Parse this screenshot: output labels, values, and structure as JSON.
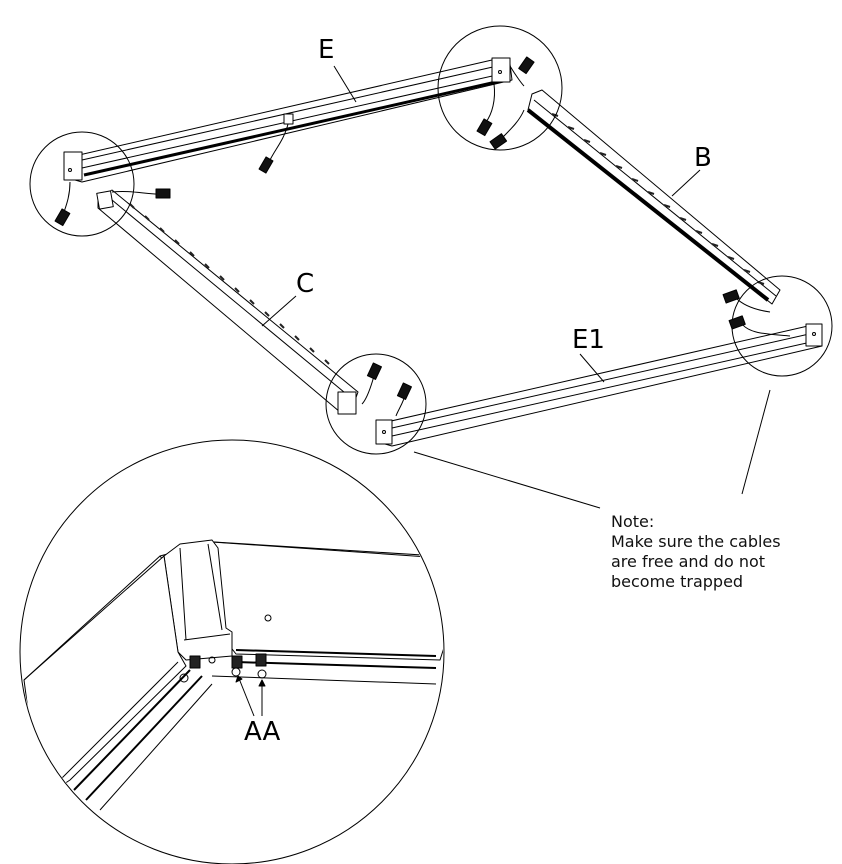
{
  "labels": {
    "rail_e": "E",
    "rail_b": "B",
    "rail_c": "C",
    "rail_e1": "E1",
    "fasteners": "AA"
  },
  "note": {
    "heading": "Note:",
    "lines": [
      "Make sure the cables",
      "are free and do not",
      "become trapped"
    ]
  }
}
